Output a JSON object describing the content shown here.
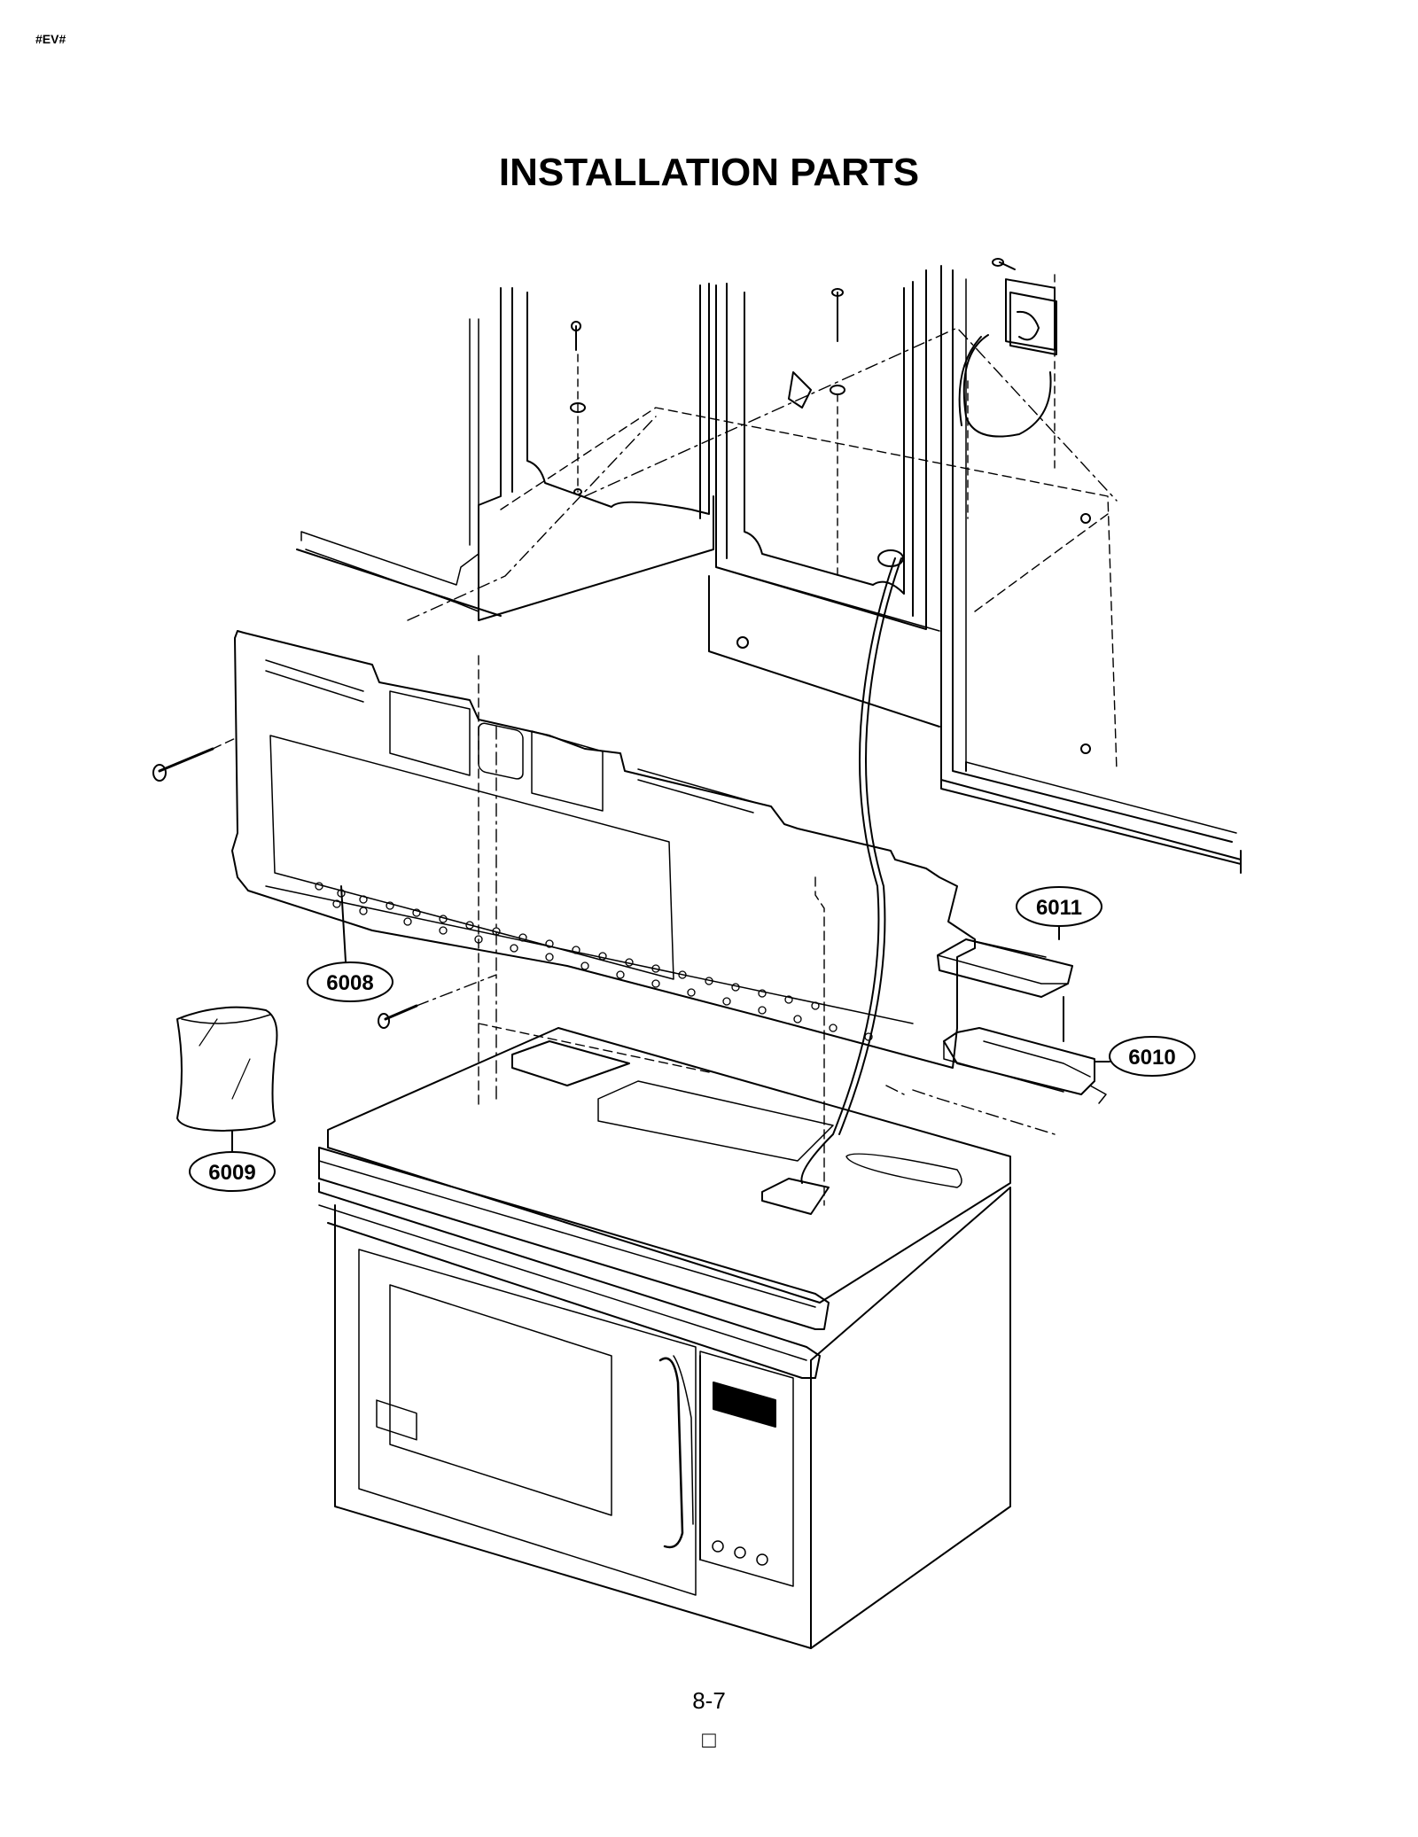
{
  "header": {
    "code": "#EV#"
  },
  "title": "INSTALLATION PARTS",
  "callouts": [
    {
      "id": "6011",
      "label": "6011"
    },
    {
      "id": "6008",
      "label": "6008"
    },
    {
      "id": "6010",
      "label": "6010"
    },
    {
      "id": "6009",
      "label": "6009"
    }
  ],
  "footer": {
    "page_number": "8-7",
    "mark": "□"
  }
}
